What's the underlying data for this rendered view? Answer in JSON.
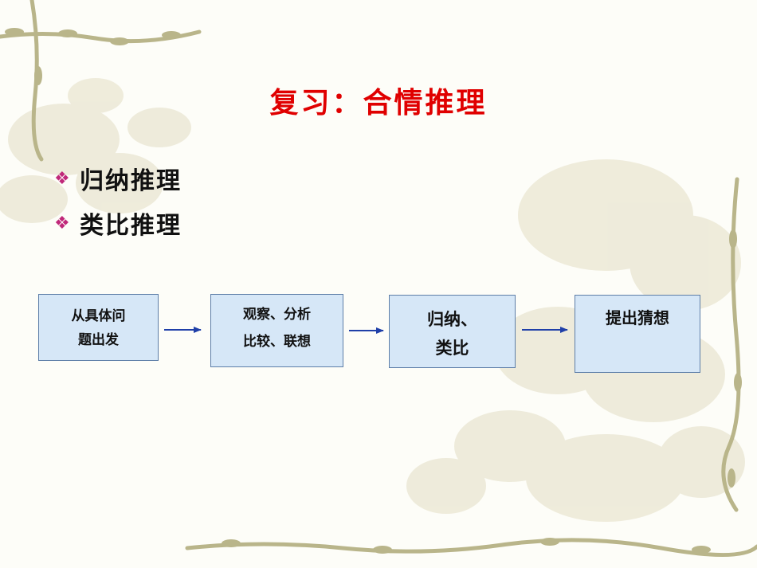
{
  "title": "复习：合情推理",
  "bullets": [
    {
      "icon": "diamond-bullet-icon",
      "text": "归纳推理"
    },
    {
      "icon": "diamond-bullet-icon",
      "text": "类比推理"
    }
  ],
  "flow": {
    "steps": [
      {
        "lines": [
          "从具体问",
          "题出发"
        ]
      },
      {
        "lines": [
          "观察、分析",
          "比较、联想"
        ]
      },
      {
        "lines": [
          "归纳、",
          "类比"
        ]
      },
      {
        "lines": [
          "提出猜想"
        ]
      }
    ]
  },
  "colors": {
    "title": "#e00000",
    "bullet_icon": "#c0287a",
    "box_fill": "#d6e7f7",
    "box_border": "#5d7ea8",
    "arrow": "#1f3fa8",
    "decoration": "#b9b58a"
  }
}
